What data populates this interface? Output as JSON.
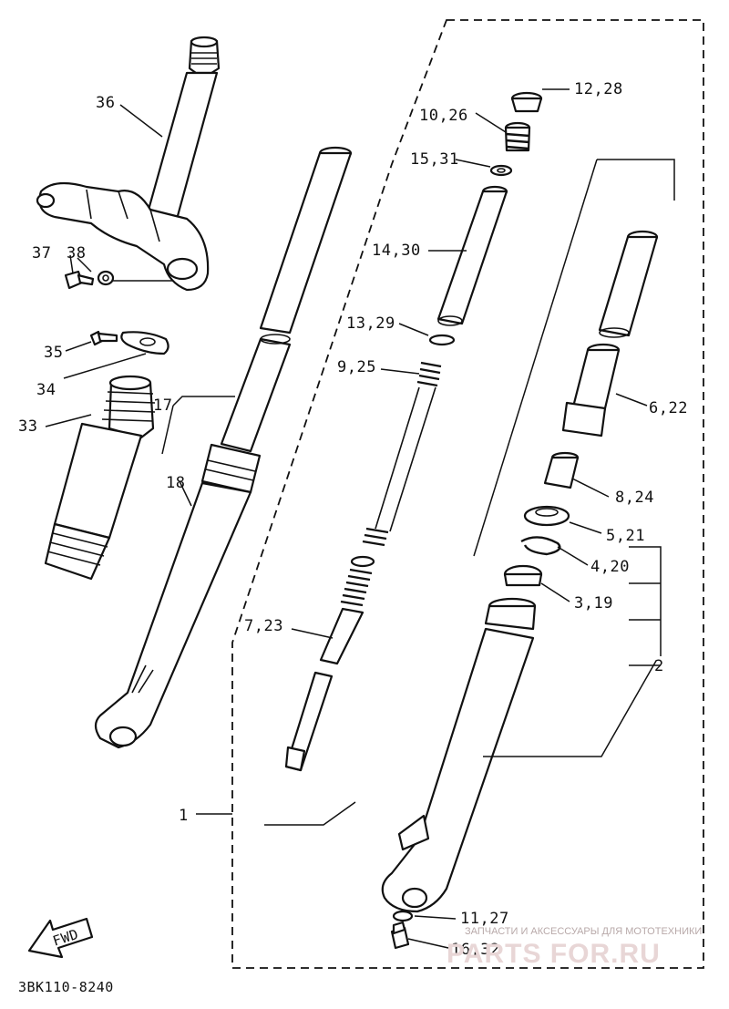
{
  "callouts": {
    "p36": "36",
    "p37": "37",
    "p38": "38",
    "p35": "35",
    "p34": "34",
    "p33": "33",
    "p17": "17",
    "p18": "18",
    "p1": "1",
    "p12_28": "12,28",
    "p10_26": "10,26",
    "p15_31": "15,31",
    "p14_30": "14,30",
    "p13_29": "13,29",
    "p9_25": "9,25",
    "p7_23": "7,23",
    "p6_22": "6,22",
    "p8_24": "8,24",
    "p5_21": "5,21",
    "p4_20": "4,20",
    "p3_19": "3,19",
    "p2": "2",
    "p11_27": "11,27",
    "p16_32": "16,32"
  },
  "fwd_label": "FWD",
  "diagram_code": "3BK110-8240",
  "watermark": {
    "caption": "ЗАПЧАСТИ И АКСЕССУАРЫ ДЛЯ МОТОТЕХНИКИ",
    "brand": "PARTS FOR.RU"
  }
}
